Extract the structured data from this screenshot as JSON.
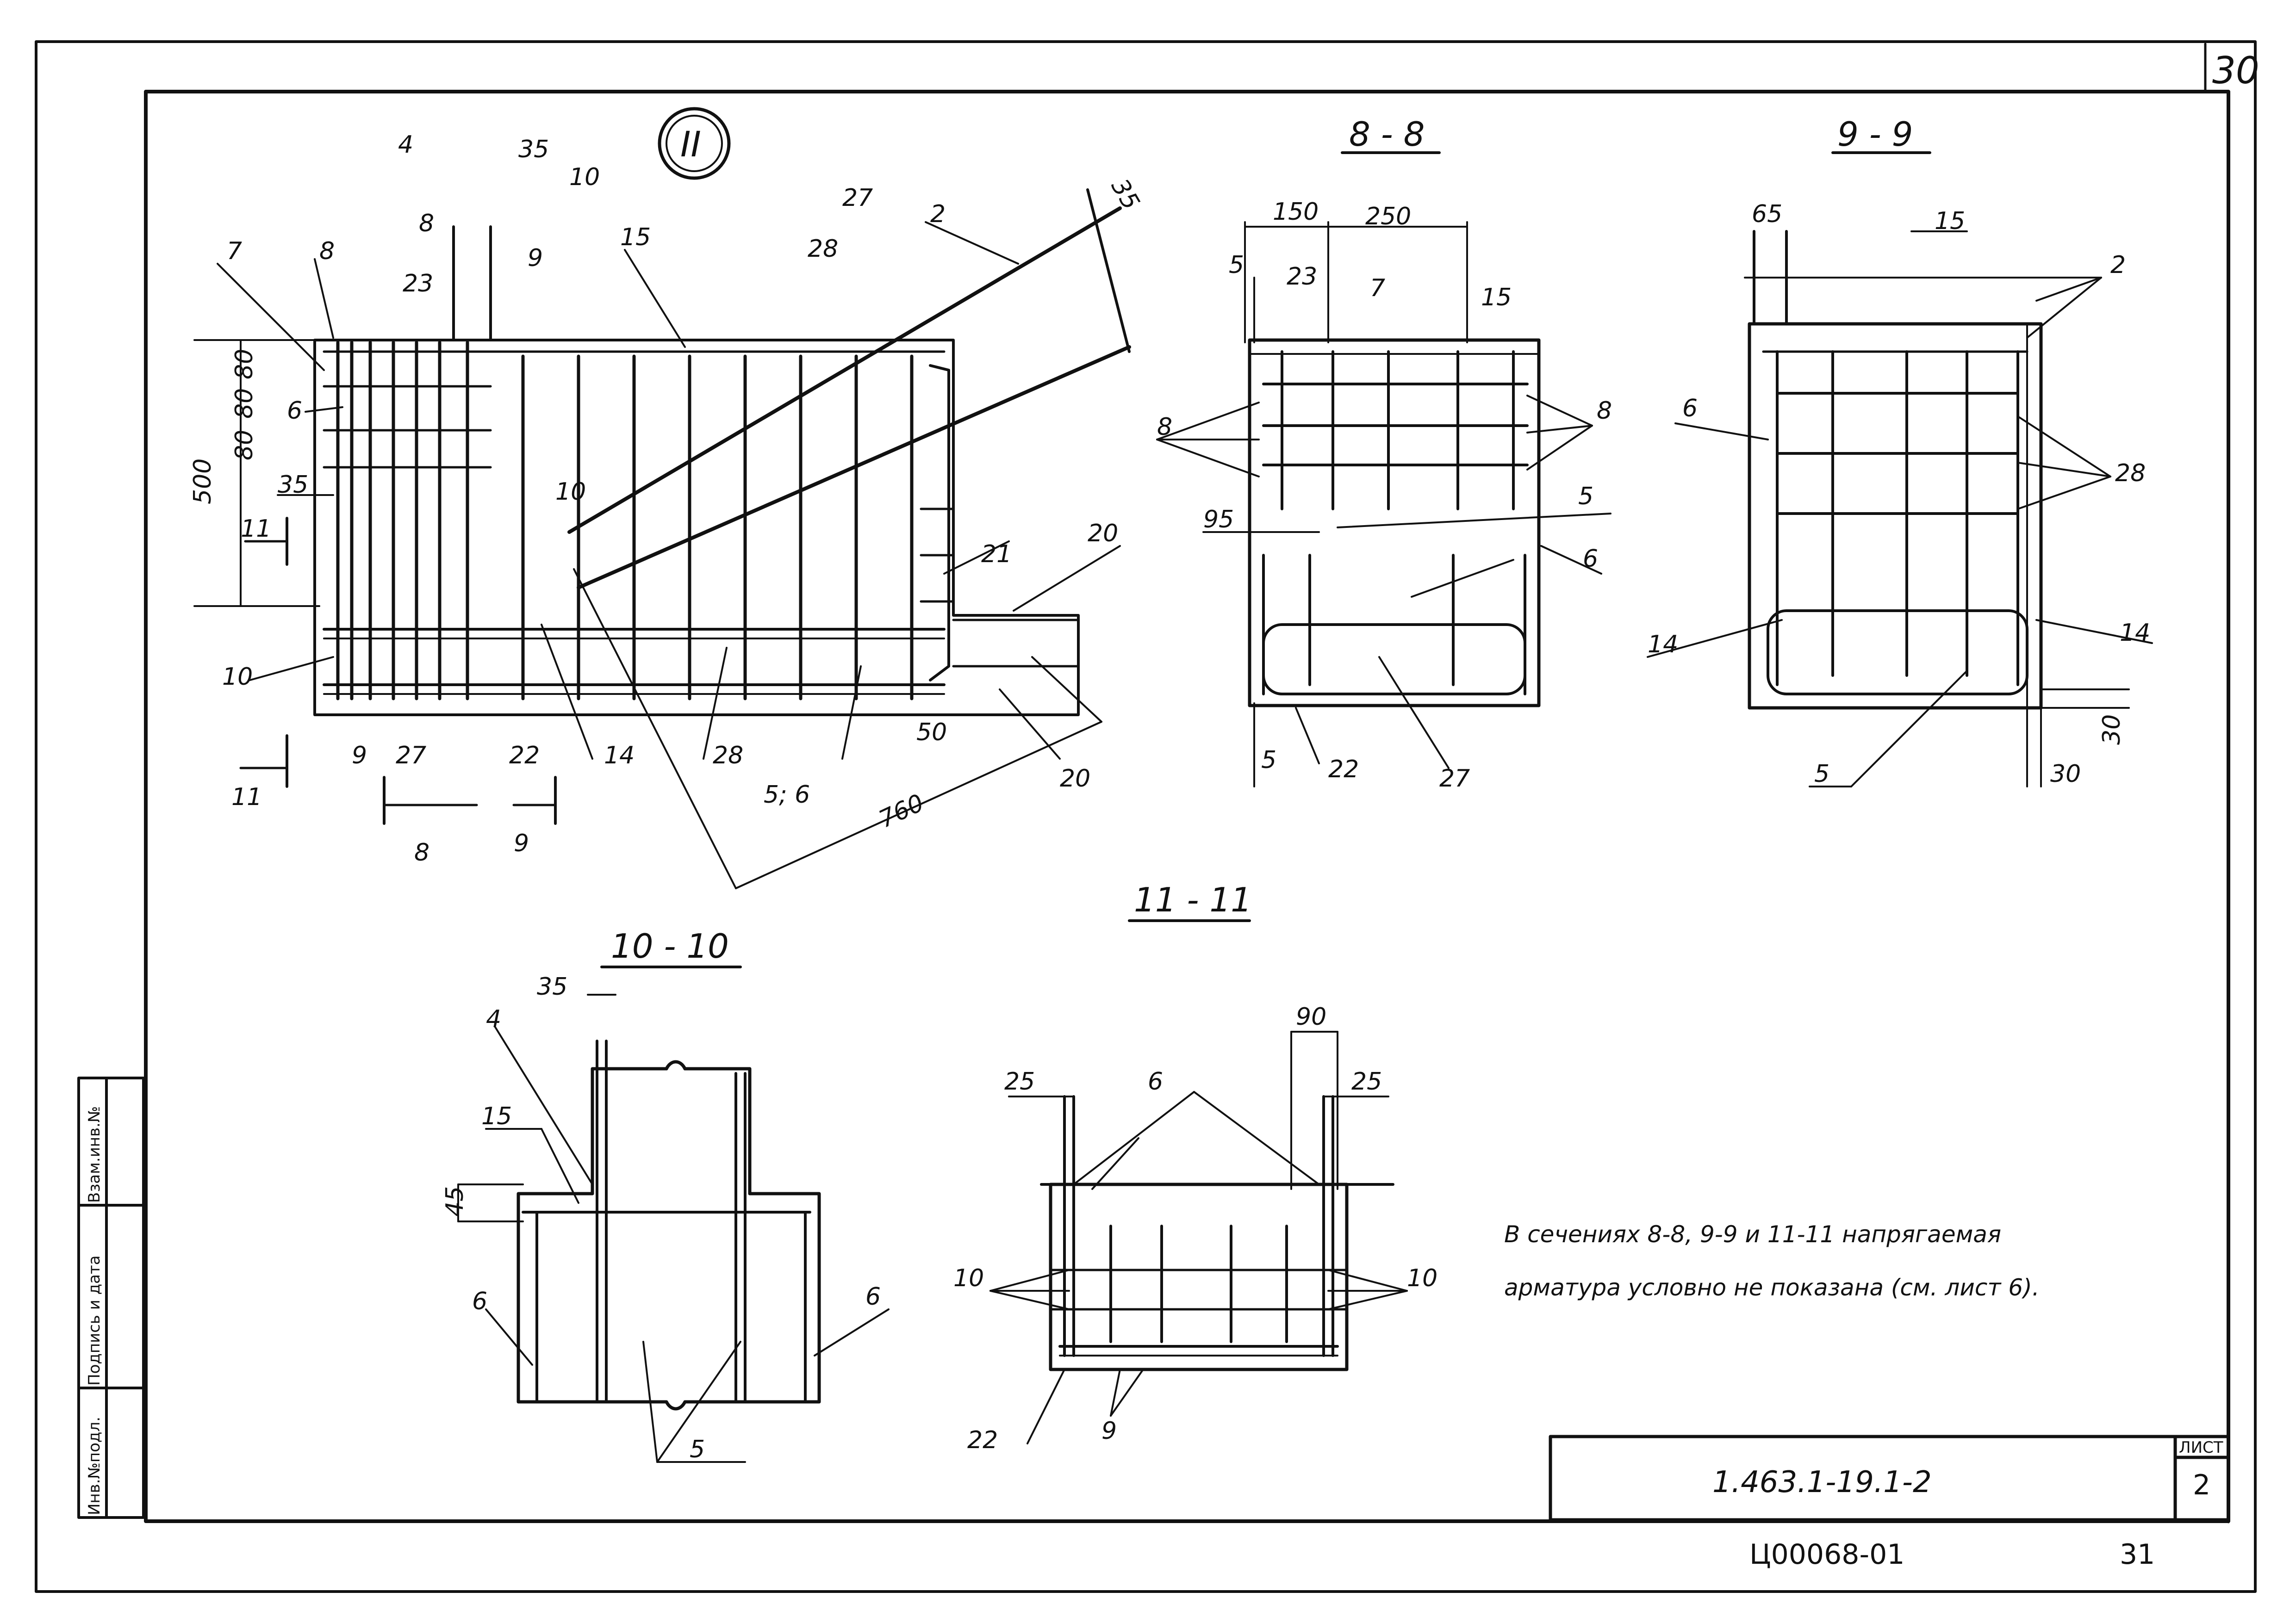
{
  "sheet": {
    "page_number": "30",
    "code": "Ц00068-01",
    "code_page": "31",
    "designation": "1.463.1-19.1-2",
    "list_label": "ЛИСТ",
    "list_number": "2",
    "node_mark": "II"
  },
  "side_stamp": {
    "cell_1": "Взам.инв.№",
    "cell_2": "Подпись и дата",
    "cell_3": "Инв.№подл."
  },
  "note": {
    "line_1": "В сечениях 8-8, 9-9 и 11-11 напрягаемая",
    "line_2": "арматура условно не показана (см. лист 6)."
  },
  "sections": {
    "s8": "8 - 8",
    "s9": "9 - 9",
    "s10": "10 - 10",
    "s11": "11 - 11"
  },
  "main_view": {
    "labels": {
      "m4": "4",
      "m35": "35",
      "m10a": "10",
      "m8a": "8",
      "m9a": "9",
      "m23": "23",
      "m7": "7",
      "m8b": "8",
      "m80a": "80",
      "m80b": "80",
      "m80c": "80",
      "m6": "6",
      "m500": "500",
      "m35b": "35",
      "m11a": "11",
      "m10b": "10",
      "m9b": "9",
      "m27a": "27",
      "m22": "22",
      "m14": "14",
      "m28a": "28",
      "m5_6": "5; 6",
      "m11b": "11",
      "m8c": "8",
      "m9c": "9",
      "m15": "15",
      "m28b": "28",
      "m27b": "27",
      "m2": "2",
      "m35c": "35",
      "m10c": "10",
      "m21": "21",
      "m20a": "20",
      "m50": "50",
      "m20b": "20",
      "m760": "760"
    }
  },
  "sec8": {
    "labels": {
      "d150": "150",
      "d250": "250",
      "d5a": "5",
      "d23": "23",
      "d7": "7",
      "d15": "15",
      "d8l": "8",
      "d8r": "8",
      "d95": "95",
      "d5b": "5",
      "d6": "6",
      "d5c": "5",
      "d22": "22",
      "d27": "27"
    }
  },
  "sec9": {
    "labels": {
      "e65": "65",
      "e15": "15",
      "e2": "2",
      "e6": "6",
      "e28": "28",
      "e14l": "14",
      "e14r": "14",
      "e5": "5",
      "e30a": "30",
      "e30b": "30"
    }
  },
  "sec10": {
    "labels": {
      "f35": "35",
      "f4": "4",
      "f15": "15",
      "f45": "45",
      "f6l": "6",
      "f6r": "6",
      "f5": "5"
    }
  },
  "sec11": {
    "labels": {
      "g90": "90",
      "g25l": "25",
      "g6": "6",
      "g25r": "25",
      "g10l": "10",
      "g10r": "10",
      "g22": "22",
      "g9": "9"
    }
  }
}
